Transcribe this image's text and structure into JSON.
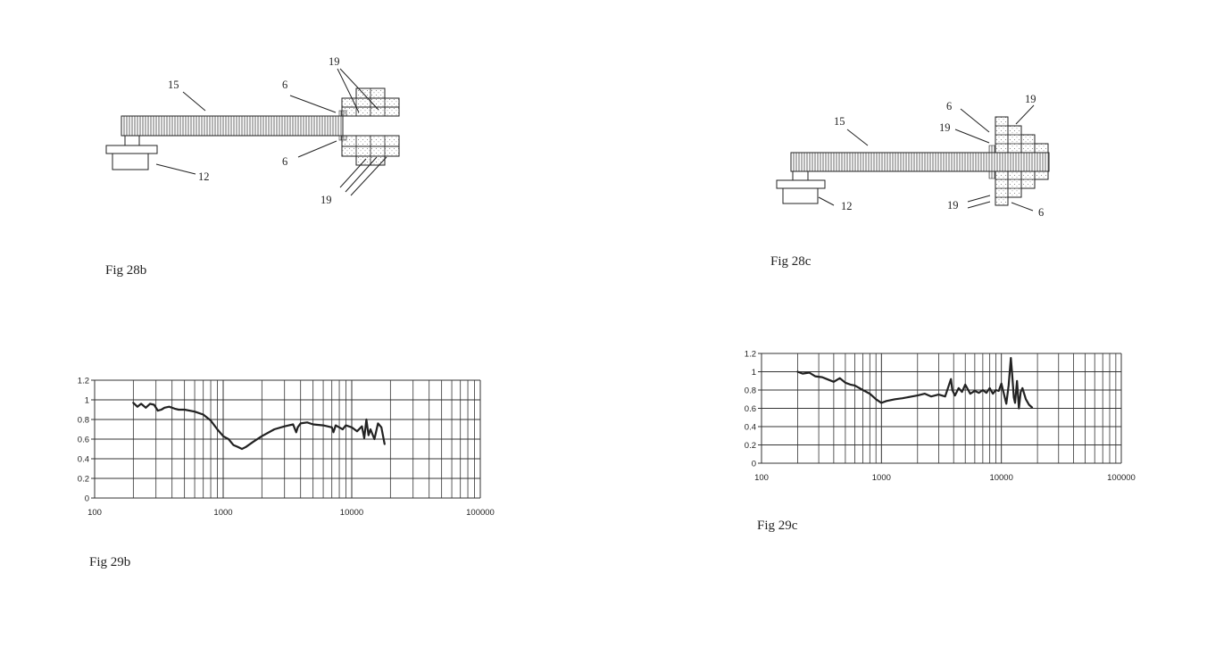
{
  "colors": {
    "ink": "#222222",
    "grid": "#333333",
    "paper": "#ffffff",
    "hatch": "#444444",
    "stipple": "#777777"
  },
  "figures": {
    "fig28b": {
      "caption": "Fig 28b",
      "refs": {
        "arm": "15",
        "insert_top": "6",
        "insert_bottom": "6",
        "base": "12",
        "blocks_top": "19",
        "blocks_bottom": "19"
      }
    },
    "fig28c": {
      "caption": "Fig 28c",
      "refs": {
        "arm": "15",
        "insert_top": "6",
        "insert_bottom": "6",
        "base": "12",
        "blocks_top_left": "19",
        "blocks_top_right": "19",
        "blocks_bottom": "19"
      }
    },
    "fig29b": {
      "caption": "Fig 29b"
    },
    "fig29c": {
      "caption": "Fig 29c"
    }
  },
  "chart_data": [
    {
      "type": "line",
      "id": "fig29b",
      "x_scale": "log",
      "xlim": [
        100,
        100000
      ],
      "ylim": [
        0,
        1.2
      ],
      "x_ticks": [
        "100",
        "1000",
        "10000",
        "100000"
      ],
      "y_ticks": [
        "0",
        "0.2",
        "0.4",
        "0.6",
        "0.8",
        "1",
        "1.2"
      ],
      "grid": true,
      "series": [
        {
          "x": [
            200,
            215,
            230,
            250,
            270,
            290,
            310,
            330,
            350,
            380,
            420,
            450,
            500,
            600,
            700,
            800,
            900,
            1000,
            1100,
            1200,
            1300,
            1400,
            1500,
            1700,
            2000,
            2500,
            3000,
            3500,
            3700,
            3800,
            4000,
            4500,
            5000,
            6000,
            7000,
            7200,
            7500,
            8000,
            8500,
            9000,
            10000,
            11000,
            12000,
            12500,
            13000,
            13500,
            14000,
            15000,
            16000,
            17000,
            18000
          ],
          "y": [
            0.97,
            0.93,
            0.96,
            0.92,
            0.96,
            0.95,
            0.89,
            0.9,
            0.92,
            0.93,
            0.91,
            0.9,
            0.9,
            0.88,
            0.85,
            0.79,
            0.7,
            0.63,
            0.6,
            0.54,
            0.52,
            0.5,
            0.52,
            0.57,
            0.63,
            0.7,
            0.73,
            0.75,
            0.67,
            0.72,
            0.76,
            0.77,
            0.75,
            0.74,
            0.72,
            0.67,
            0.74,
            0.72,
            0.7,
            0.74,
            0.72,
            0.68,
            0.73,
            0.61,
            0.8,
            0.64,
            0.7,
            0.6,
            0.76,
            0.72,
            0.55
          ]
        }
      ]
    },
    {
      "type": "line",
      "id": "fig29c",
      "x_scale": "log",
      "xlim": [
        100,
        100000
      ],
      "ylim": [
        0,
        1.2
      ],
      "x_ticks": [
        "100",
        "1000",
        "10000",
        "100000"
      ],
      "y_ticks": [
        "0",
        "0.2",
        "0.4",
        "0.6",
        "0.8",
        "1",
        "1.2"
      ],
      "grid": true,
      "series": [
        {
          "x": [
            200,
            220,
            250,
            280,
            320,
            350,
            400,
            450,
            500,
            550,
            600,
            700,
            800,
            900,
            1000,
            1100,
            1300,
            1500,
            1800,
            2000,
            2300,
            2600,
            3000,
            3400,
            3800,
            3900,
            4100,
            4400,
            4700,
            5000,
            5500,
            6000,
            6500,
            7000,
            7500,
            8000,
            8500,
            9000,
            9500,
            10000,
            11000,
            11500,
            12000,
            12300,
            12700,
            13000,
            13500,
            14000,
            14500,
            15000,
            16000,
            17000,
            18000
          ],
          "y": [
            1.0,
            0.98,
            0.99,
            0.95,
            0.94,
            0.92,
            0.89,
            0.93,
            0.88,
            0.86,
            0.85,
            0.8,
            0.76,
            0.7,
            0.66,
            0.68,
            0.7,
            0.71,
            0.73,
            0.74,
            0.76,
            0.73,
            0.75,
            0.73,
            0.92,
            0.8,
            0.74,
            0.82,
            0.78,
            0.86,
            0.76,
            0.79,
            0.77,
            0.8,
            0.77,
            0.82,
            0.76,
            0.8,
            0.79,
            0.87,
            0.65,
            0.85,
            1.15,
            0.98,
            0.72,
            0.66,
            0.9,
            0.6,
            0.78,
            0.82,
            0.7,
            0.64,
            0.61
          ]
        }
      ]
    }
  ]
}
